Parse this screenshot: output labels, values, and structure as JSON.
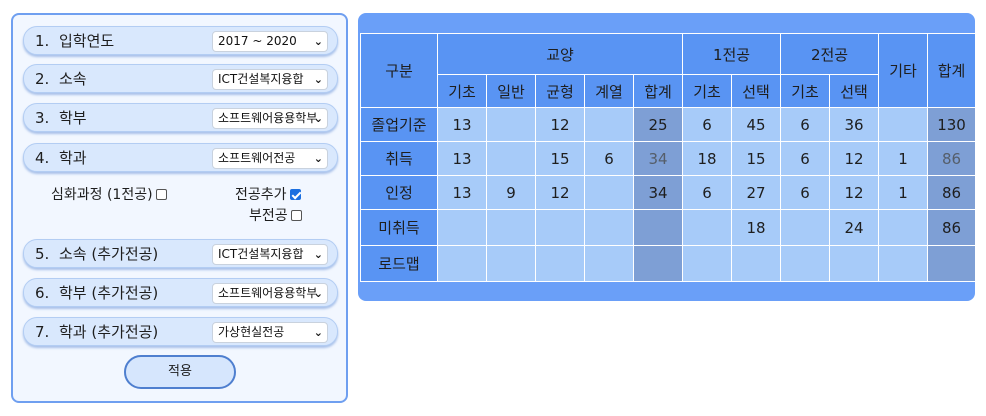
{
  "form": {
    "rows": [
      {
        "num": "1.",
        "label": "입학연도",
        "value": "2017 ~ 2020"
      },
      {
        "num": "2.",
        "label": "소속",
        "value": "ICT건설복지융합"
      },
      {
        "num": "3.",
        "label": "학부",
        "value": "소프트웨어융용학부"
      },
      {
        "num": "4.",
        "label": "학과",
        "value": "소프트웨어전공"
      },
      {
        "num": "5.",
        "label": "소속 (추가전공)",
        "value": "ICT건설복지융합"
      },
      {
        "num": "6.",
        "label": "학부 (추가전공)",
        "value": "소프트웨어융용학부"
      },
      {
        "num": "7.",
        "label": "학과 (추가전공)",
        "value": "가상현실전공"
      }
    ],
    "checkboxes": {
      "intensive": {
        "label": "심화과정 (1전공)",
        "checked": false
      },
      "add_major": {
        "label": "전공추가",
        "checked": true
      },
      "minor": {
        "label": "부전공",
        "checked": false
      }
    },
    "apply_label": "적용"
  },
  "table": {
    "header": {
      "category": "구분",
      "liberal": "교양",
      "major1": "1전공",
      "major2": "2전공",
      "etc": "기타",
      "total": "합계",
      "sub": [
        "기초",
        "일반",
        "균형",
        "계열",
        "합계",
        "기초",
        "선택",
        "기초",
        "선택"
      ]
    },
    "rows": [
      {
        "label": "졸업기준",
        "values": [
          "13",
          "",
          "12",
          "",
          "25",
          "6",
          "45",
          "6",
          "36",
          "",
          "130"
        ]
      },
      {
        "label": "취득",
        "values": [
          "13",
          "",
          "15",
          "6",
          "34",
          "18",
          "15",
          "6",
          "12",
          "1",
          "86"
        ]
      },
      {
        "label": "인정",
        "values": [
          "13",
          "9",
          "12",
          "",
          "34",
          "6",
          "27",
          "6",
          "12",
          "1",
          "86"
        ]
      },
      {
        "label": "미취득",
        "values": [
          "",
          "",
          "",
          "",
          "",
          "",
          "18",
          "",
          "24",
          "",
          "86"
        ]
      },
      {
        "label": "로드맵",
        "values": [
          "",
          "",
          "",
          "",
          "",
          "",
          "",
          "",
          "",
          "",
          ""
        ]
      }
    ]
  }
}
